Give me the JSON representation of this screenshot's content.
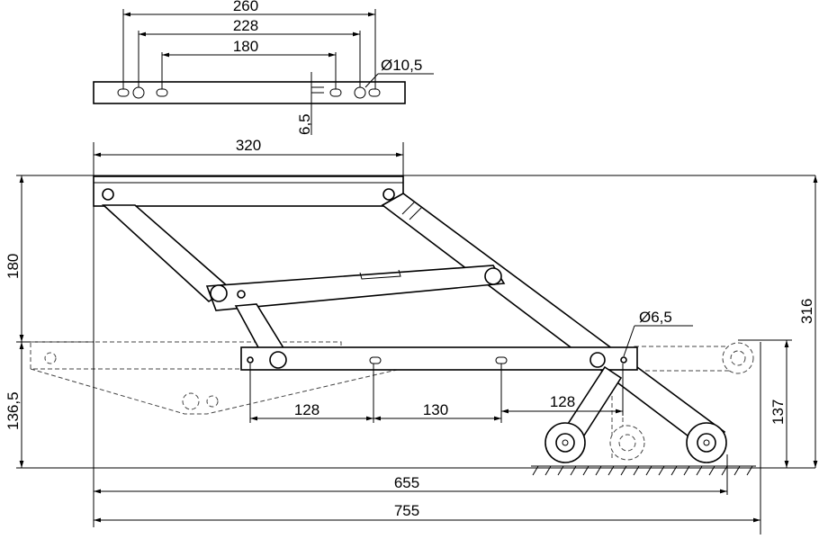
{
  "top_dims": {
    "d260": "260",
    "d228": "228",
    "d180": "180",
    "hole_dia": "Ø10,5",
    "offset": "6,5"
  },
  "main_dims": {
    "d320": "320",
    "d180_vert": "180",
    "d316": "316",
    "d136_5": "136,5",
    "d137": "137",
    "hole_dia": "Ø6,5",
    "d128_left": "128",
    "d130": "130",
    "d128_right": "128",
    "d655": "655",
    "d755": "755"
  }
}
